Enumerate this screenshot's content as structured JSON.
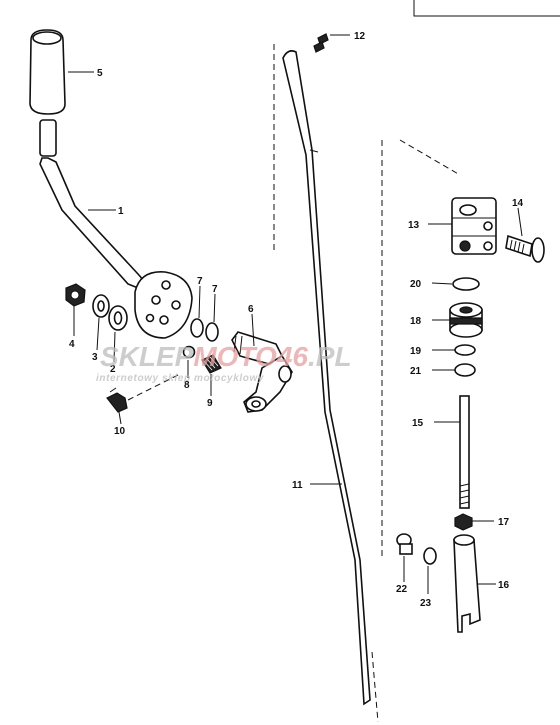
{
  "labels": {
    "p1": "1",
    "p2": "2",
    "p3": "3",
    "p4": "4",
    "p5": "5",
    "p6": "6",
    "p7a": "7",
    "p7b": "7",
    "p8": "8",
    "p9": "9",
    "p10": "10",
    "p11": "11",
    "p12": "12",
    "p13": "13",
    "p14": "14",
    "p15": "15",
    "p16": "16",
    "p17": "17",
    "p18": "18",
    "p19": "19",
    "p20": "20",
    "p21": "21",
    "p22": "22",
    "p23": "23"
  },
  "watermark": {
    "brand_left": "SKLEP",
    "brand_mid": "MOTO",
    "brand_num": "46",
    "brand_tld": ".PL",
    "tagline": "internetowy sklep motocyklowy"
  },
  "colors": {
    "watermark_gray": "#bdbdbd",
    "watermark_red": "#e8a0a0",
    "ink": "#111111"
  }
}
